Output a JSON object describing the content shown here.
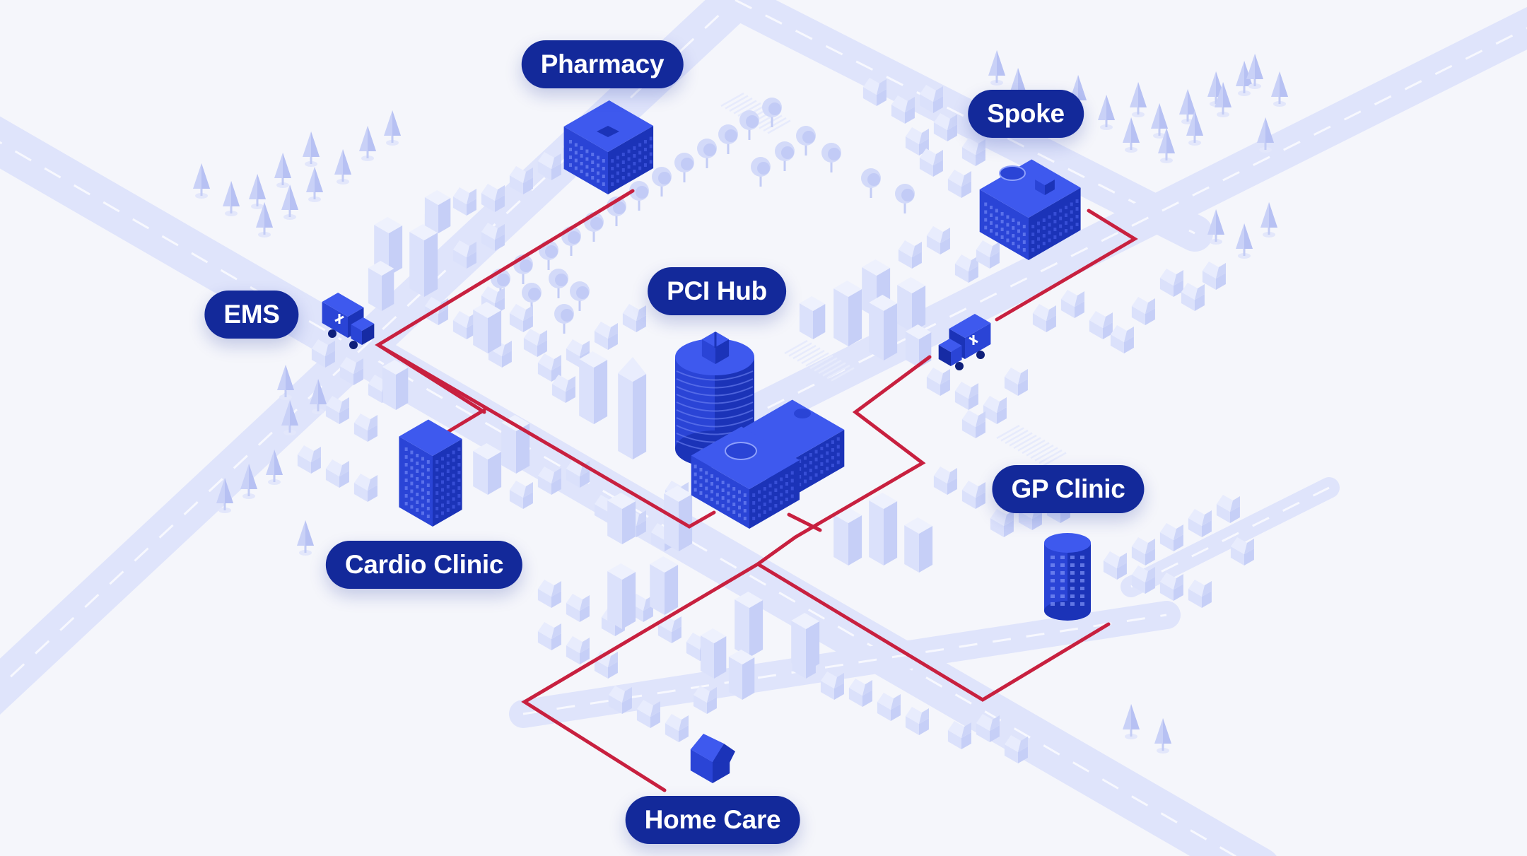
{
  "title": "",
  "colors": {
    "background": "#f5f6fb",
    "road": "#dfe4fb",
    "road_dash": "#f7f8fe",
    "pale_building": "#dbe1fb",
    "pale_building_side": "#c6cff7",
    "pale_building_top": "#eef1fd",
    "node_building_top": "#3e59ee",
    "node_building_left": "#2a44d6",
    "node_building_right": "#1b33b8",
    "route": "#c8203f",
    "pill": "#13299a",
    "pill_text": "#ffffff"
  },
  "labels": {
    "pharmacy": "Pharmacy",
    "spoke": "Spoke",
    "ems": "EMS",
    "pci_hub": "PCI Hub",
    "gp_clinic": "GP Clinic",
    "cardio_clinic": "Cardio Clinic",
    "home_care": "Home Care"
  },
  "icons": {
    "ambulance": "ambulance-icon",
    "helipad": "helipad-icon",
    "tree": "tree-icon",
    "house": "house-icon"
  }
}
